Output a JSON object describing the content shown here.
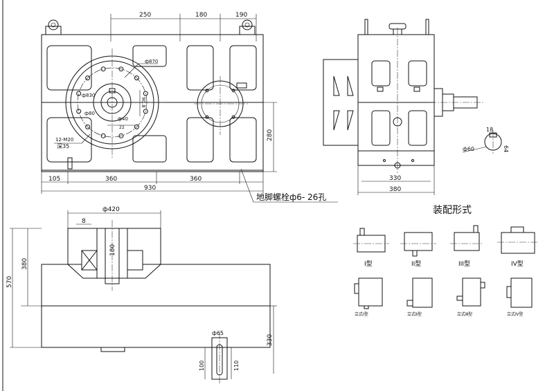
{
  "dimensions": {
    "top_250": "250",
    "top_180": "180",
    "top_190": "190",
    "d870": "ф870",
    "d830": "ф830",
    "d80": "ф80",
    "d40": "ф40",
    "d908": "90.8",
    "d22": "22",
    "m20": "12-M20",
    "deep35": "深35",
    "b105": "105",
    "b360a": "360",
    "b360b": "360",
    "b930": "930",
    "r280": "280",
    "s330": "330",
    "s380": "380",
    "s18": "18",
    "s64": "64",
    "s60": "ф60",
    "d420": "ф420",
    "s8": "8",
    "s180": "180",
    "s380v": "380",
    "s570": "570",
    "d65": "ф65",
    "s100": "100",
    "s110": "110",
    "s330v": "330"
  },
  "anchor_bolt_label": "地脚螺栓ф6- 26孔",
  "assembly": {
    "title": "装配形式",
    "types": [
      "I型",
      "II型",
      "III型",
      "IV型"
    ],
    "vertical_types": [
      "立式Ⅰ型",
      "立式Ⅱ型",
      "立式Ⅲ型",
      "立式Ⅳ型"
    ]
  }
}
